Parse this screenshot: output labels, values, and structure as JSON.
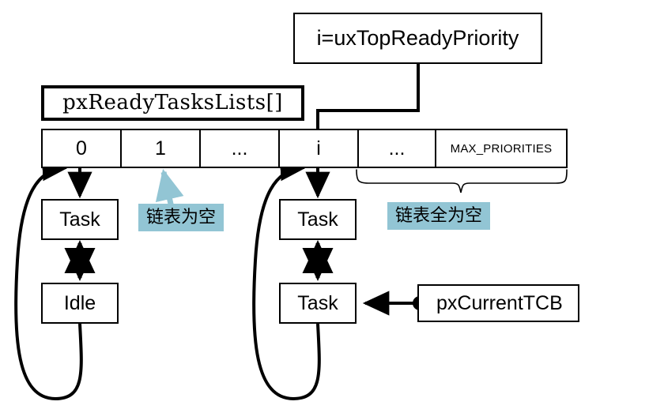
{
  "diagram": {
    "title_box": {
      "label": "i=uxTopReadyPriority"
    },
    "array_label": "pxReadyTasksLists[]",
    "array_cells": [
      {
        "label": "0",
        "style": "normal"
      },
      {
        "label": "1",
        "style": "normal"
      },
      {
        "label": "...",
        "style": "normal"
      },
      {
        "label": "i",
        "style": "normal"
      },
      {
        "label": "...",
        "style": "normal"
      },
      {
        "label": "MAX_PRIORITIES",
        "style": "small"
      }
    ],
    "nodes": {
      "list0_first": "Task",
      "list0_second": "Idle",
      "listi_first": "Task",
      "listi_second": "Task"
    },
    "current_tcb": {
      "label": "pxCurrentTCB"
    },
    "annotations": [
      {
        "text": "链表为空",
        "name": "annotation-list-empty"
      },
      {
        "text": "链表全为空",
        "name": "annotation-all-lists-empty"
      }
    ],
    "colors": {
      "stroke": "#000000",
      "background": "#ffffff",
      "highlight": "#92c5d4",
      "callout_arrow": "#92c5d4"
    }
  }
}
